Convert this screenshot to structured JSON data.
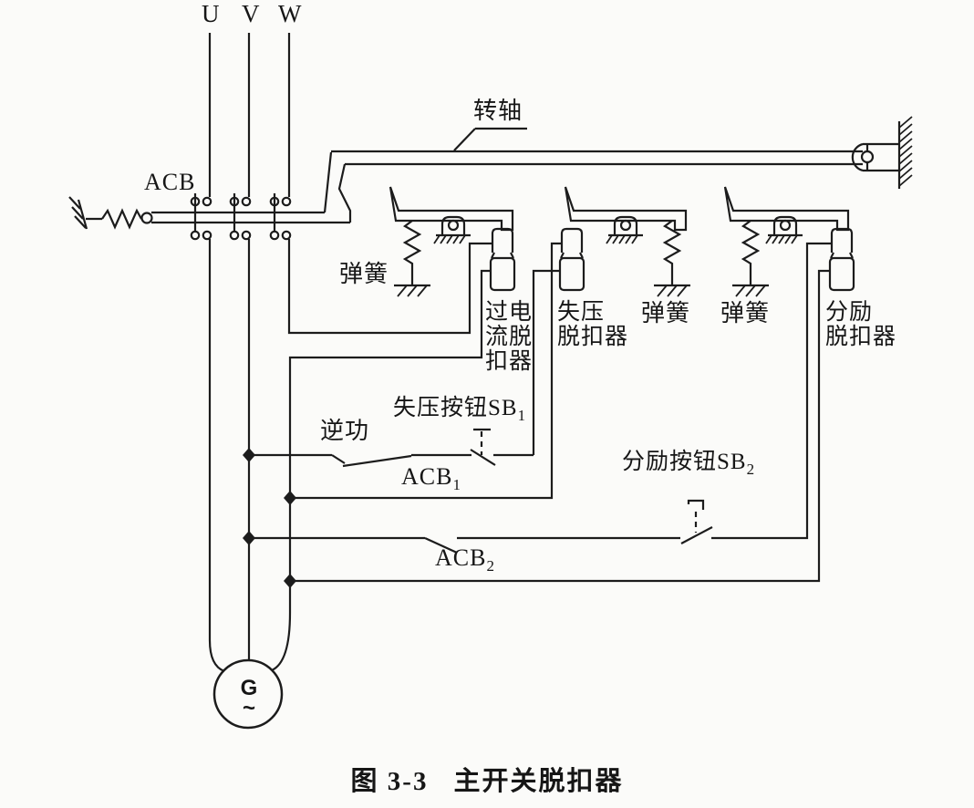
{
  "colors": {
    "ink": "#1c1c1c",
    "paper": "#fbfbf9"
  },
  "phases": {
    "u": "U",
    "v": "V",
    "w": "W"
  },
  "breaker": {
    "label": "ACB"
  },
  "shaft": {
    "label": "转轴"
  },
  "springs": {
    "spring1": "弹簧",
    "spring2": "弹簧",
    "spring3": "弹簧"
  },
  "trips": {
    "overcurrent": {
      "line1": "过电",
      "line2": "流脱",
      "line3": "扣器"
    },
    "undervoltage": {
      "line1": "失压",
      "line2": "脱扣器"
    },
    "shunt": {
      "line1": "分励",
      "line2": "脱扣器"
    }
  },
  "contacts": {
    "reverse_power": "逆功",
    "acb1": {
      "base": "ACB",
      "sub": "1"
    },
    "acb2": {
      "base": "ACB",
      "sub": "2"
    }
  },
  "buttons": {
    "sb1": {
      "base": "失压按钮SB",
      "sub": "1"
    },
    "sb2": {
      "base": "分励按钮SB",
      "sub": "2"
    }
  },
  "generator": {
    "symbol": "G",
    "wave": "~"
  },
  "caption": {
    "prefix": "图 3-3",
    "title": "主开关脱扣器"
  }
}
